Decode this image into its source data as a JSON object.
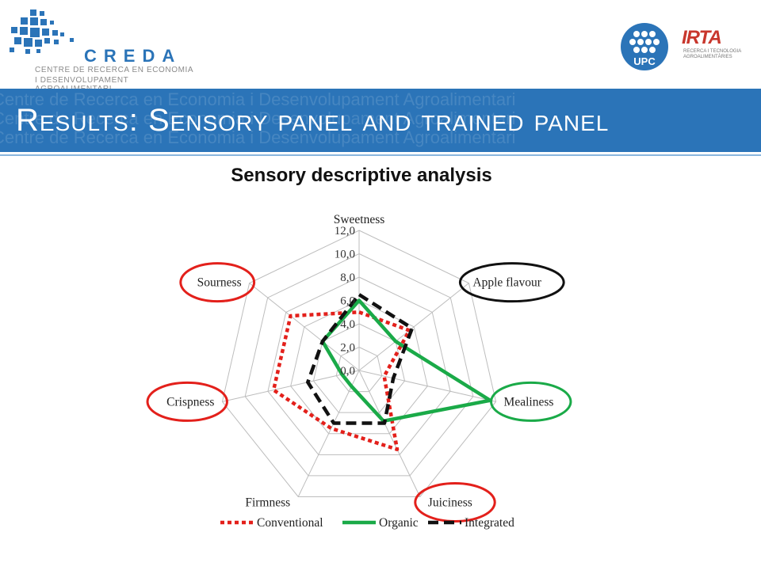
{
  "header": {
    "org_name": "CREDA",
    "org_line1": "CENTRE DE RECERCA EN ECONOMIA",
    "org_line2": "I DESENVOLUPAMENT AGROALIMENTARI",
    "upc_label": "UPC",
    "irta_label": "IRTA",
    "irta_sub": "RECERCA I TECNOLOGIA AGROALIMENTÀRIES"
  },
  "banner": {
    "title": "Results: Sensory panel and trained panel",
    "bg_text": "Centre de Recerca en Economia i Desenvolupament Agroalimentari"
  },
  "chart_data": {
    "type": "radar",
    "title": "Sensory descriptive analysis",
    "axes": [
      "Sweetness",
      "Apple flavour",
      "Mealiness",
      "Juiciness",
      "Firmness",
      "Crispness",
      "Sourness"
    ],
    "rlim": [
      0,
      12
    ],
    "ticks": [
      "0,0",
      "2,0",
      "4,0",
      "6,0",
      "8,0",
      "10,0",
      "12,0"
    ],
    "grid": true,
    "legend_position": "bottom",
    "series": [
      {
        "name": "Conventional",
        "values": [
          5.0,
          5.5,
          2.2,
          7.5,
          5.5,
          7.5,
          7.5
        ],
        "color": "#e3201b",
        "dash": "dotted"
      },
      {
        "name": "Organic",
        "values": [
          6.0,
          4.0,
          11.5,
          4.8,
          1.5,
          1.5,
          4.0
        ],
        "color": "#1aaa48",
        "dash": "solid"
      },
      {
        "name": "Integrated",
        "values": [
          6.5,
          5.8,
          3.0,
          5.0,
          5.0,
          4.5,
          4.0
        ],
        "color": "#111111",
        "dash": "dashed"
      }
    ],
    "highlights": [
      {
        "axis": "Sourness",
        "color": "#e3201b"
      },
      {
        "axis": "Apple flavour",
        "color": "#111111"
      },
      {
        "axis": "Crispness",
        "color": "#e3201b"
      },
      {
        "axis": "Mealiness",
        "color": "#1aaa48"
      },
      {
        "axis": "Juiciness",
        "color": "#e3201b"
      }
    ]
  }
}
